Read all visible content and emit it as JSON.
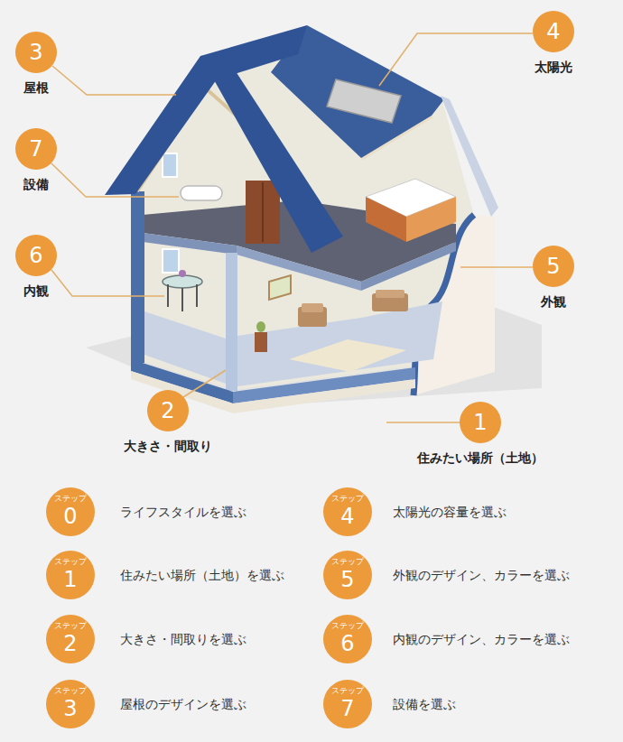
{
  "diagram": {
    "nodes": [
      {
        "text": [
          "3",
          "屋根"
        ]
      },
      {
        "text": [
          "4",
          "太陽光"
        ]
      },
      {
        "text": [
          "7",
          "設備"
        ]
      },
      {
        "text": [
          "6",
          "内観"
        ]
      },
      {
        "text": [
          "5",
          "外観"
        ]
      },
      {
        "text": [
          "2",
          "大きさ・間取り"
        ]
      },
      {
        "text": [
          "1",
          "住みたい場所（土地）"
        ]
      },
      {
        "text": [
          "ステップ",
          "0"
        ]
      },
      {
        "text": [
          "ステップ",
          "4"
        ]
      },
      {
        "text": [
          "ステップ",
          "1"
        ]
      },
      {
        "text": [
          "ステップ",
          "5"
        ]
      },
      {
        "text": [
          "ステップ",
          "2"
        ]
      },
      {
        "text": [
          "ステップ",
          "6"
        ]
      },
      {
        "text": [
          "ステップ",
          "3"
        ]
      },
      {
        "text": [
          "ステップ",
          "7"
        ]
      }
    ],
    "labels": [
      "ライフスタイルを選ぶ",
      "太陽光の容量を選ぶ",
      "住みたい場所（土地）を選ぶ",
      "外観のデザイン、カラーを選ぶ",
      "大きさ・間取りを選ぶ",
      "内観のデザイン、カラーを選ぶ",
      "屋根のデザインを選ぶ",
      "設備を選ぶ"
    ]
  }
}
